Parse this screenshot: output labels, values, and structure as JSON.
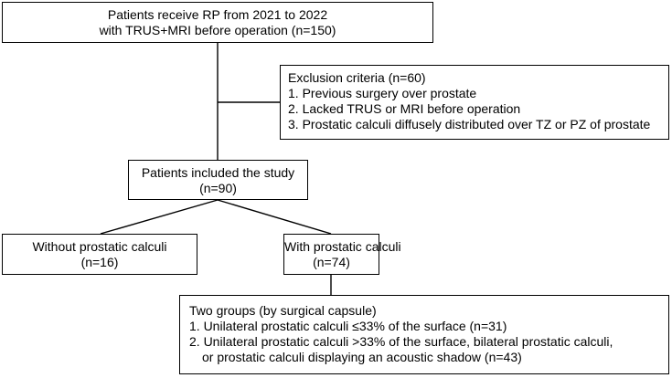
{
  "box_enrolled": {
    "line1": "Patients receive RP from 2021 to 2022",
    "line2": "with TRUS+MRI before operation (n=150)"
  },
  "box_exclusion": {
    "title": "Exclusion criteria (n=60)",
    "items": [
      "1. Previous surgery over prostate",
      "2. Lacked TRUS or MRI before operation",
      "3. Prostatic calculi diffusely distributed over TZ or PZ of prostate"
    ]
  },
  "box_included": {
    "line1": "Patients included the study",
    "line2": "(n=90)"
  },
  "box_without": {
    "line1": "Without prostatic calculi",
    "line2": "(n=16)"
  },
  "box_with": {
    "line1": "With prostatic calculi",
    "line2": "(n=74)"
  },
  "box_groups": {
    "title": "Two groups (by surgical capsule)",
    "item1": "1. Unilateral prostatic calculi ≤33% of the surface (n=31)",
    "item2_line1": "2. Unilateral prostatic calculi >33% of the surface, bilateral prostatic calculi,",
    "item2_line2": "or prostatic calculi displaying an acoustic shadow (n=43)"
  }
}
